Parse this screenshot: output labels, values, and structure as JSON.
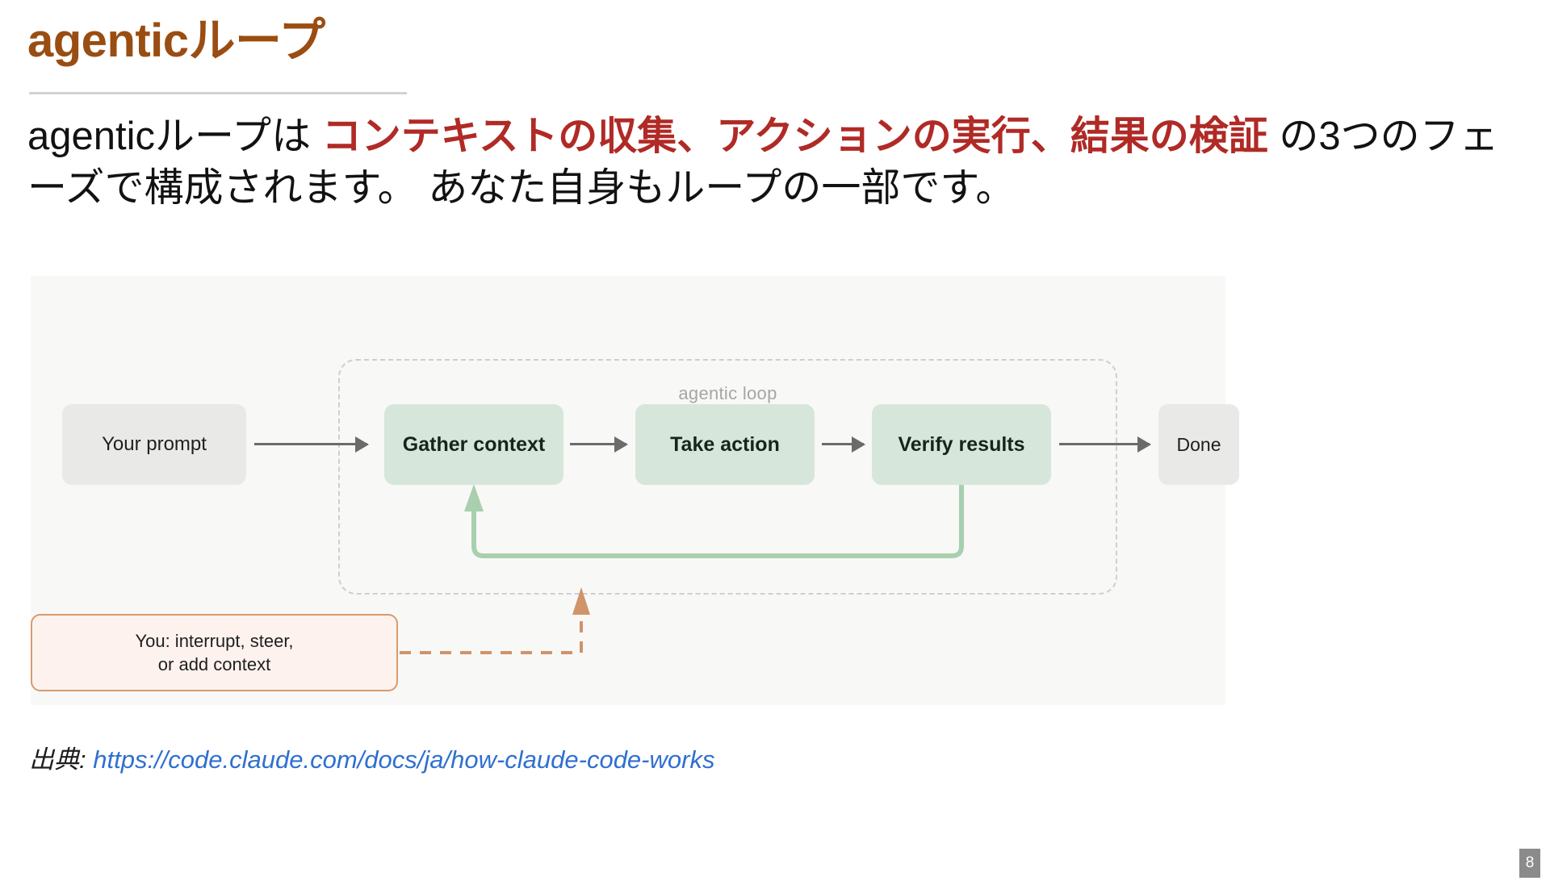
{
  "slide": {
    "title": "agenticループ",
    "page_number": "8"
  },
  "lead": {
    "part1": "agenticループは ",
    "emphasis": "コンテキストの収集、アクションの実行、結果の検証",
    "part2": " の3つのフェーズで構成されます。 あなた自身もループの一部です。"
  },
  "diagram": {
    "loop_label": "agentic loop",
    "nodes": {
      "your_prompt": "Your prompt",
      "gather_context": "Gather context",
      "take_action": "Take action",
      "verify_results": "Verify results",
      "done": "Done",
      "user_interrupt_line1": "You: interrupt, steer,",
      "user_interrupt_line2": "or add context"
    },
    "colors": {
      "canvas_bg": "#f8f8f7",
      "node_gray": "#e9e9e7",
      "node_green": "#d7e6da",
      "loop_arrow_green": "#a8cfae",
      "interrupt_border": "#d79a6e",
      "interrupt_bg": "#fdf2ee",
      "interrupt_line": "#cf9468",
      "arrow_gray": "#6b6b6b",
      "dashed_border": "#cfcfcf"
    }
  },
  "source": {
    "label": "出典: ",
    "url": "https://code.claude.com/docs/ja/how-claude-code-works",
    "color": "#2f6fd0"
  },
  "theme": {
    "title_color": "#9a4d12",
    "emphasis_color": "#b02a26",
    "body_color": "#121212"
  }
}
